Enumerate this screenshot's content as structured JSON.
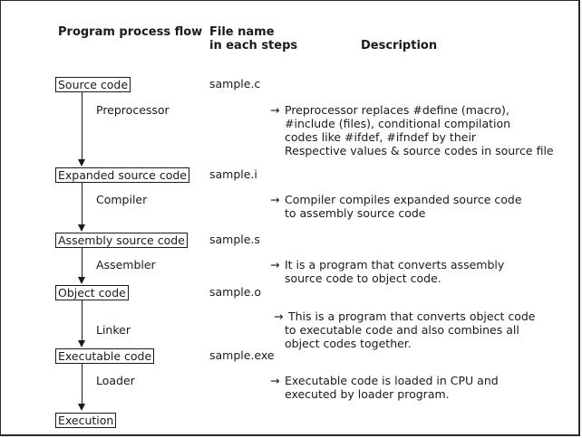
{
  "headers": {
    "flow": "Program process flow",
    "file_line1": "File name",
    "file_line2": "in each steps",
    "description": "Description"
  },
  "arrow_glyph": "→",
  "stages": [
    {
      "label": "Source code",
      "file": "sample.c"
    },
    {
      "label": "Expanded source code",
      "file": "sample.i"
    },
    {
      "label": "Assembly source code",
      "file": "sample.s"
    },
    {
      "label": "Object code",
      "file": "sample.o"
    },
    {
      "label": "Executable code",
      "file": "sample.exe"
    },
    {
      "label": "Execution"
    }
  ],
  "processes": [
    {
      "name": "Preprocessor",
      "description": [
        "Preprocessor replaces #define (macro),",
        "#include (files), conditional compilation",
        "codes like #ifdef, #ifndef by their",
        "Respective values & source codes in source file"
      ]
    },
    {
      "name": "Compiler",
      "description": [
        "Compiler compiles expanded source code",
        "to assembly source code"
      ]
    },
    {
      "name": "Assembler",
      "description": [
        "It is a program that converts assembly",
        "source code to object code."
      ]
    },
    {
      "name": "Linker",
      "description": [
        "This is a program that converts object code",
        "to executable code and also combines all",
        "object codes together."
      ]
    },
    {
      "name": "Loader",
      "description": [
        "Executable code is loaded in CPU and",
        "executed by loader program."
      ]
    }
  ]
}
